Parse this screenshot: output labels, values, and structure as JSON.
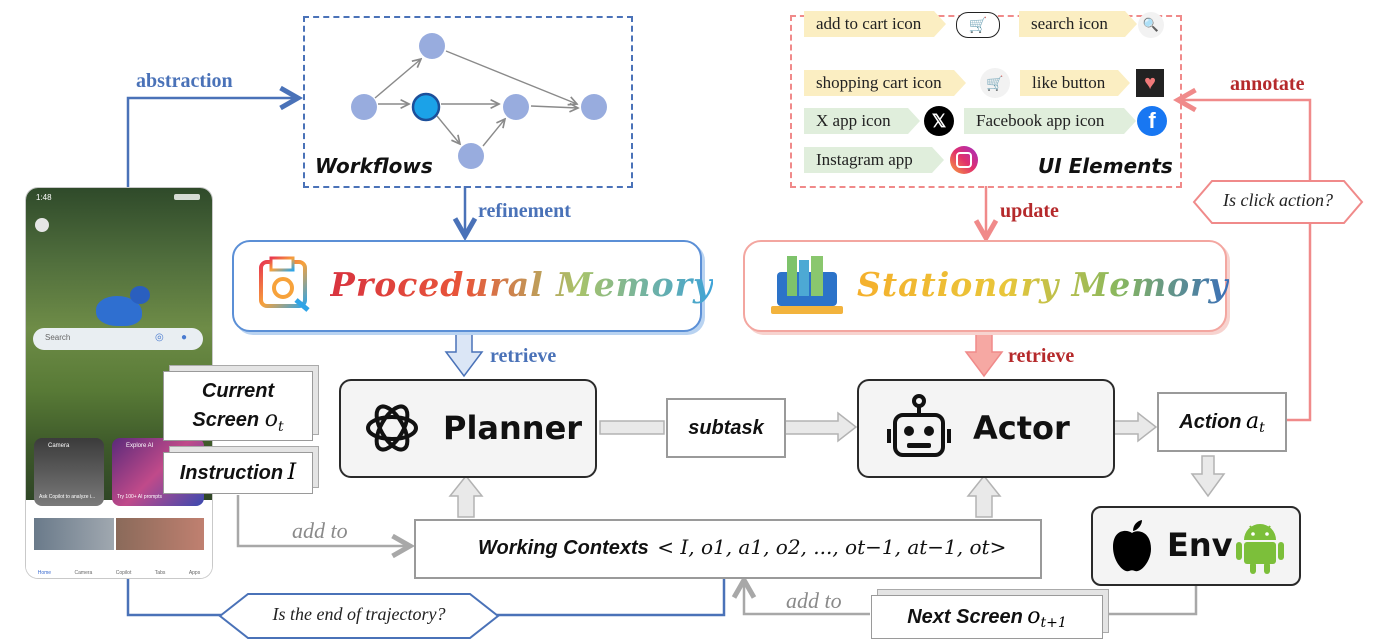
{
  "labels": {
    "abstraction": "abstraction",
    "refinement": "refinement",
    "retrieve_left": "retrieve",
    "retrieve_right": "retrieve",
    "update": "update",
    "annotate": "annotate",
    "add_to_top": "add to",
    "add_to_bottom": "add to"
  },
  "workflows": {
    "title": "Workflows"
  },
  "ui_elements": {
    "title": "UI Elements",
    "tags": [
      "add to cart icon",
      "search icon",
      "shopping cart icon",
      "like button",
      "X app icon",
      "Facebook app icon",
      "Instagram app"
    ]
  },
  "memories": {
    "procedural": "Procedural Memory",
    "stationary": "Stationary Memory"
  },
  "inputs": {
    "current_screen_line1": "Current",
    "current_screen_line2": "Screen",
    "current_screen_sym": "o",
    "current_screen_sub": "t",
    "instruction": "Instruction",
    "instruction_sym": "I"
  },
  "planner": {
    "label": "Planner"
  },
  "actor": {
    "label": "Actor"
  },
  "subtask": {
    "label": "subtask"
  },
  "action": {
    "label": "Action",
    "sym": "a",
    "sub": "t"
  },
  "env": {
    "label": "Env"
  },
  "working_contexts": {
    "label": "Working  Contexts",
    "formula": "< I, o1, a1, o2, ..., ot−1, at−1, ot>"
  },
  "next_screen": {
    "label": "Next  Screen",
    "sym": "o",
    "sub": "t+1"
  },
  "decisions": {
    "click": "Is click action?",
    "end": "Is the end of trajectory?"
  },
  "phone": {
    "time": "1:48",
    "search_placeholder": "Search",
    "card1_title": "Camera",
    "card1_caption": "Ask Copilot to analyze i...",
    "card2_title": "Explore AI",
    "card2_caption": "Try 100+ AI prompts",
    "nav": [
      "Home",
      "Camera",
      "Copilot",
      "Tabs",
      "Apps"
    ]
  },
  "colors": {
    "blue_accent": "#4a72b8",
    "red_accent": "#b5292b",
    "pink_line": "#f08a8a",
    "gray_line": "#a8a8a8"
  }
}
